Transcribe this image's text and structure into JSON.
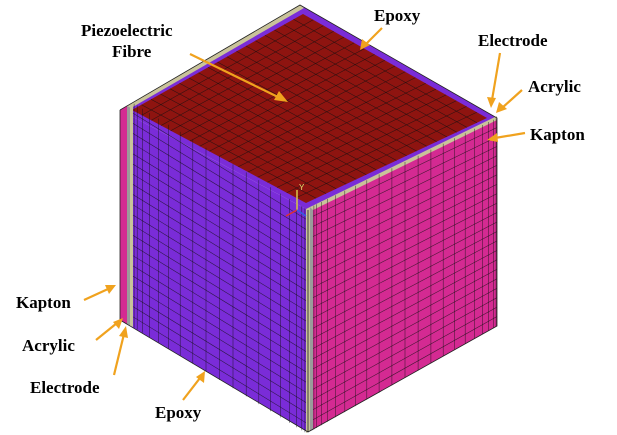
{
  "labels": {
    "piezo_line1": "Piezoelectric",
    "piezo_line2": "Fibre",
    "epoxy_top": "Epoxy",
    "electrode_top": "Electrode",
    "acrylic_top": "Acrylic",
    "kapton_right": "Kapton",
    "kapton_left": "Kapton",
    "acrylic_left": "Acrylic",
    "electrode_left": "Electrode",
    "epoxy_bottom": "Epoxy"
  },
  "axis_label": "Y",
  "colors": {
    "piezo_fibre": "#8e1410",
    "epoxy": "#7a2cd8",
    "kapton": "#d42a92",
    "electrode": "#c9c39a",
    "acrylic": "#9a9a9a",
    "arrow": "#f0a21e"
  }
}
